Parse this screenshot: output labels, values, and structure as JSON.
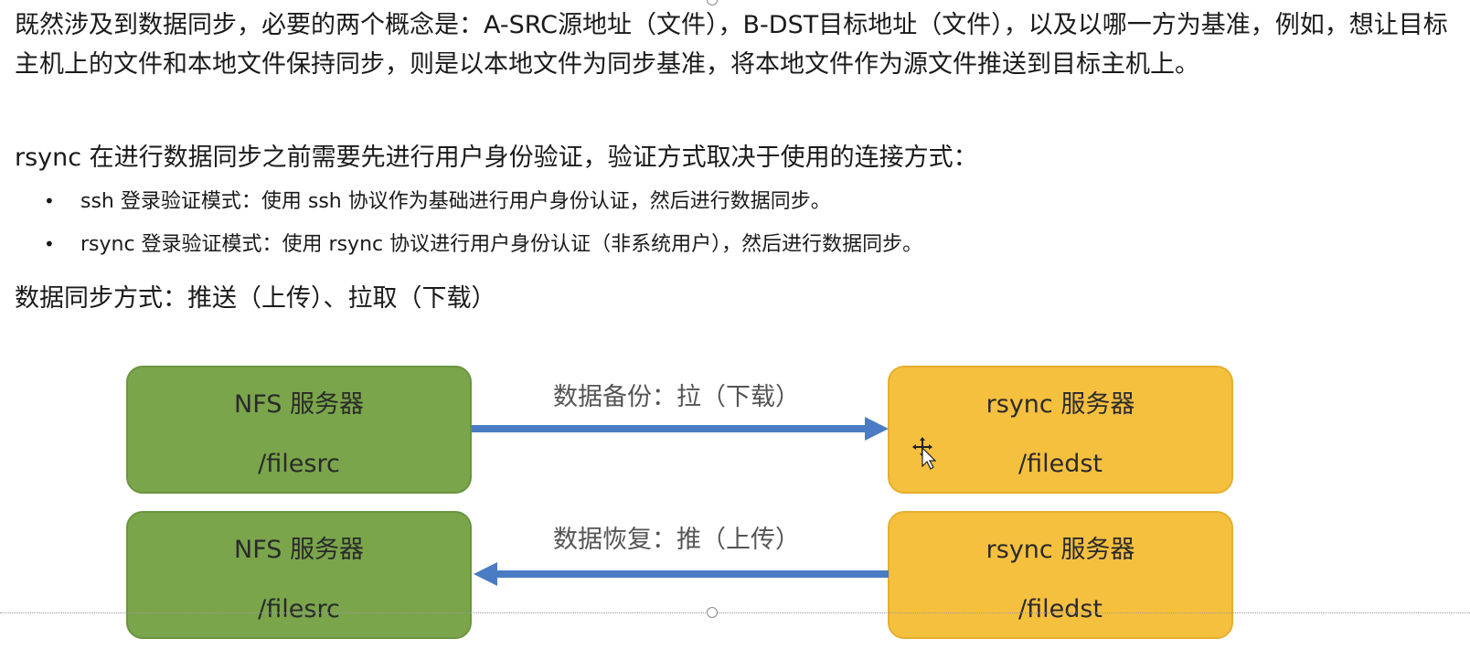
{
  "paragraphs": {
    "p1": "既然涉及到数据同步，必要的两个概念是：A-SRC源地址（文件），B-DST目标地址（文件），以及以哪一方为基准，例如，想让目标主机上的文件和本地文件保持同步，则是以本地文件为同步基准，将本地文件作为源文件推送到目标主机上。",
    "p2": "rsync 在进行数据同步之前需要先进行用户身份验证，验证方式取决于使用的连接方式：",
    "p3": "数据同步方式：推送（上传）、拉取（下载）"
  },
  "bullets": [
    {
      "marker": "•",
      "text": "ssh 登录验证模式：使用 ssh 协议作为基础进行用户身份认证，然后进行数据同步。"
    },
    {
      "marker": "•",
      "text": "rsync 登录验证模式：使用 rsync 协议进行用户身份认证（非系统用户），然后进行数据同步。"
    }
  ],
  "diagram": {
    "backup": {
      "source": {
        "name": "NFS 服务器",
        "path": "/filesrc"
      },
      "target": {
        "name": "rsync 服务器",
        "path": "/filedst"
      },
      "label": "数据备份：拉（下载）"
    },
    "restore": {
      "source": {
        "name": "NFS 服务器",
        "path": "/filesrc"
      },
      "target": {
        "name": "rsync 服务器",
        "path": "/filedst"
      },
      "label": "数据恢复：推（上传）"
    },
    "colors": {
      "nfs_box": "#7aa54b",
      "rsync_box": "#f6c03f",
      "arrow": "#4a7cc4"
    }
  }
}
